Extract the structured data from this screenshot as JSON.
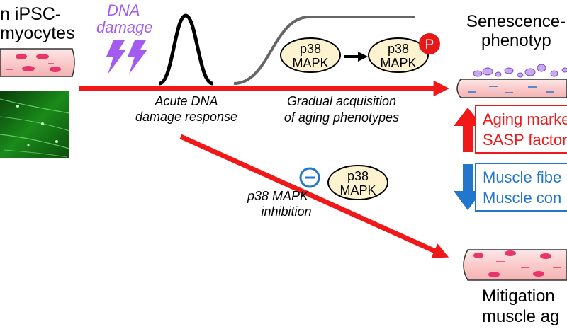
{
  "left": {
    "title_line1": "n iPSC-",
    "title_line2": "myocytes"
  },
  "damage": {
    "line1": "DNA",
    "line2": "damage",
    "color": "#a45cf0"
  },
  "labels": {
    "acute_line1": "Acute DNA",
    "acute_line2": "damage response",
    "gradual_line1": "Gradual acquisition",
    "gradual_line2": "of aging phenotypes",
    "inhibition_line1": "p38 MAPK",
    "inhibition_line2": "inhibition"
  },
  "nodes": {
    "p38_a": [
      "p38",
      "MAPK"
    ],
    "p38_b": [
      "p38",
      "MAPK"
    ],
    "p38_c": [
      "p38",
      "MAPK"
    ],
    "phospho": "P",
    "inhibit_symbol": "⊖"
  },
  "right": {
    "top_line1": "Senescence-",
    "top_line2": "phenotyp",
    "up_box": [
      "Aging marke",
      "SASP factor"
    ],
    "down_box": [
      "Muscle fibe",
      "Muscle con"
    ],
    "bottom_line1": "Mitigation",
    "bottom_line2": "muscle ag"
  },
  "colors": {
    "arrow_red": "#f01818",
    "down_blue": "#2277cc",
    "node_fill": "#fdf3d0",
    "fiber_fill": "#fcd6d6",
    "nucleus": "#e8356b"
  }
}
